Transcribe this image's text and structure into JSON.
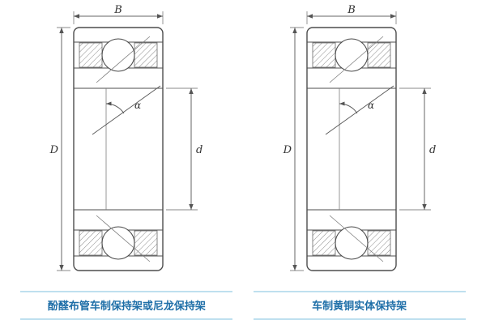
{
  "page": {
    "background": "#ffffff"
  },
  "colors": {
    "drawing_line": "#4d4d4d",
    "dimension_line": "#666666",
    "caption_text": "#1f6fa8",
    "caption_rule": "#bfe0ef"
  },
  "diagrams": [
    {
      "id": "left-bearing",
      "caption": "酚醛布管车制保持架或尼龙保持架",
      "labels": {
        "width": "B",
        "outer_diameter": "D",
        "bore_diameter": "d",
        "contact_angle": "α"
      }
    },
    {
      "id": "right-bearing",
      "caption": "车制黄铜实体保持架",
      "labels": {
        "width": "B",
        "outer_diameter": "D",
        "bore_diameter": "d",
        "contact_angle": "α"
      }
    }
  ]
}
